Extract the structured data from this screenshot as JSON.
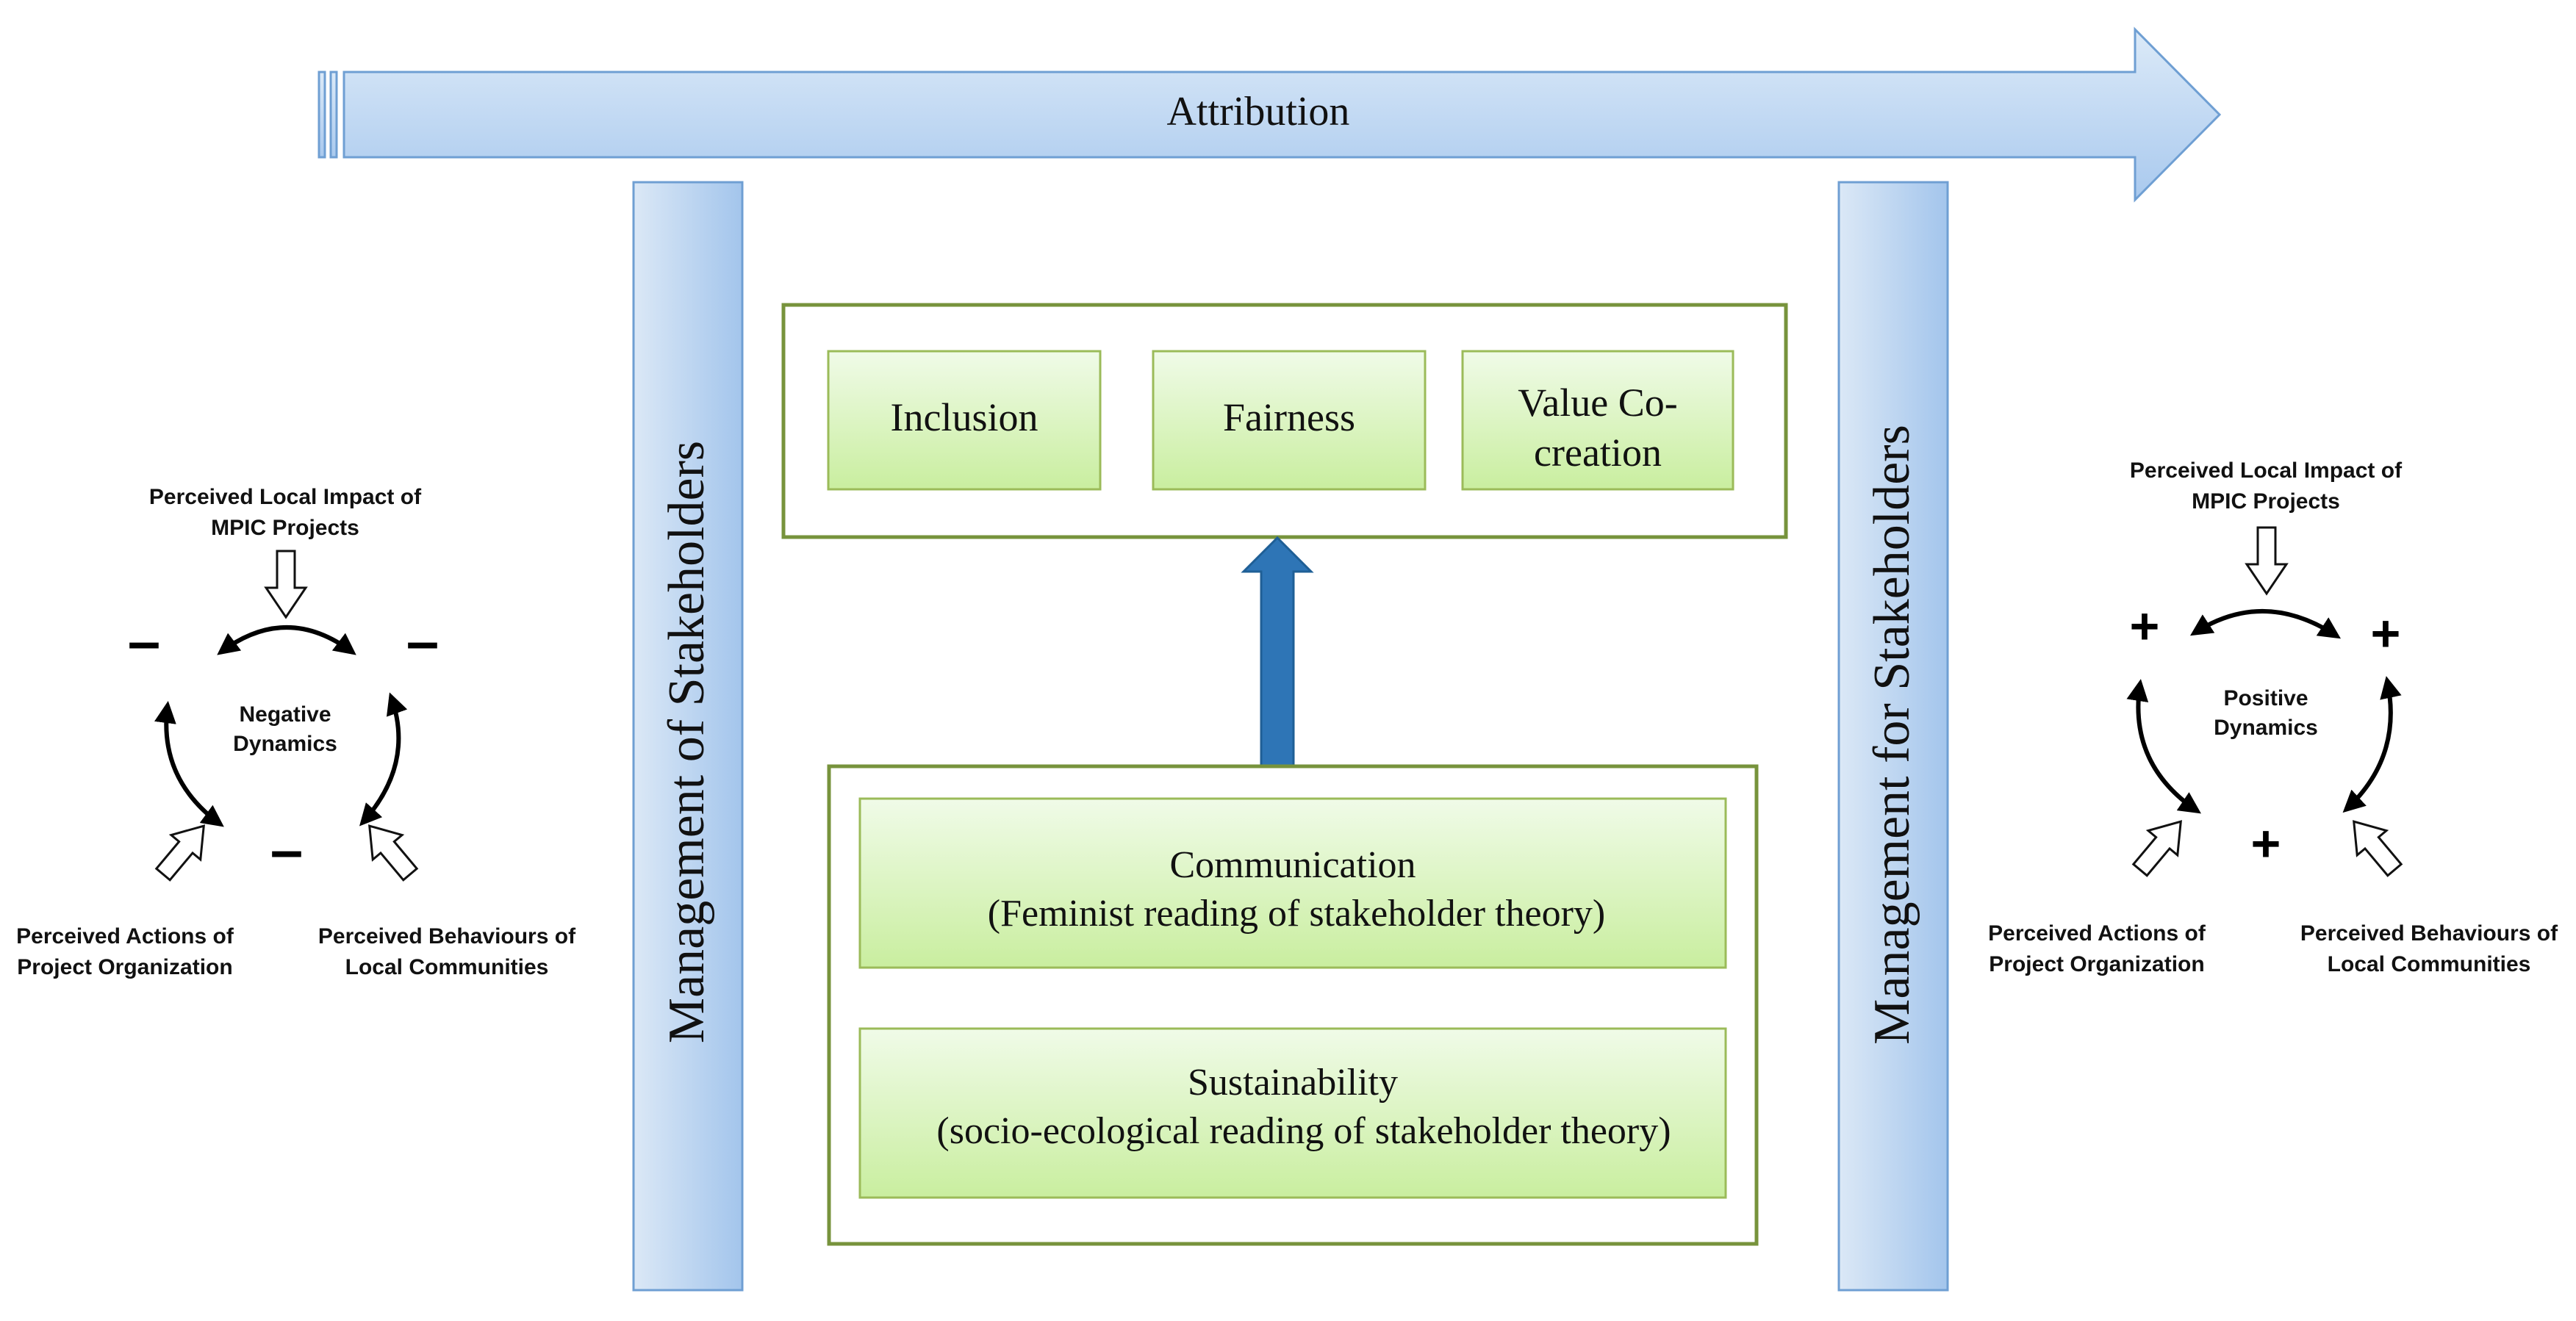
{
  "banner": {
    "label": "Attribution"
  },
  "pillars": {
    "left": "Management of Stakeholders",
    "right": "Management for Stakeholders"
  },
  "values_box": {
    "items": [
      {
        "lines": [
          "Inclusion"
        ]
      },
      {
        "lines": [
          "Fairness"
        ]
      },
      {
        "lines": [
          "Value Co-",
          "creation"
        ]
      }
    ]
  },
  "foundations_box": {
    "items": [
      {
        "lines": [
          "Communication",
          "(Feminist reading of stakeholder theory)"
        ]
      },
      {
        "lines": [
          "Sustainability",
          "(socio-ecological reading of stakeholder theory)"
        ]
      }
    ]
  },
  "negative_loop": {
    "top_label": [
      "Perceived Local Impact of",
      "MPIC Projects"
    ],
    "center_label": [
      "Negative",
      "Dynamics"
    ],
    "left_label": [
      "Perceived Actions of",
      "Project Organization"
    ],
    "right_label": [
      "Perceived Behaviours of",
      "Local Communities"
    ],
    "sign": "–"
  },
  "positive_loop": {
    "top_label": [
      "Perceived Local Impact of",
      "MPIC Projects"
    ],
    "center_label": [
      "Positive",
      "Dynamics"
    ],
    "left_label": [
      "Perceived Actions of",
      "Project Organization"
    ],
    "right_label": [
      "Perceived Behaviours of",
      "Local Communities"
    ],
    "sign": "+"
  },
  "colors": {
    "banner_fill_top": "#dceaf8",
    "banner_fill_bottom": "#a9c9ee",
    "banner_stroke": "#6f9fd3",
    "box_border": "#77933c",
    "inner_fill_top": "#f0fbe8",
    "inner_fill_bottom": "#c9ee9f",
    "inner_stroke": "#9bbb59",
    "up_arrow": "#2e75b6"
  }
}
